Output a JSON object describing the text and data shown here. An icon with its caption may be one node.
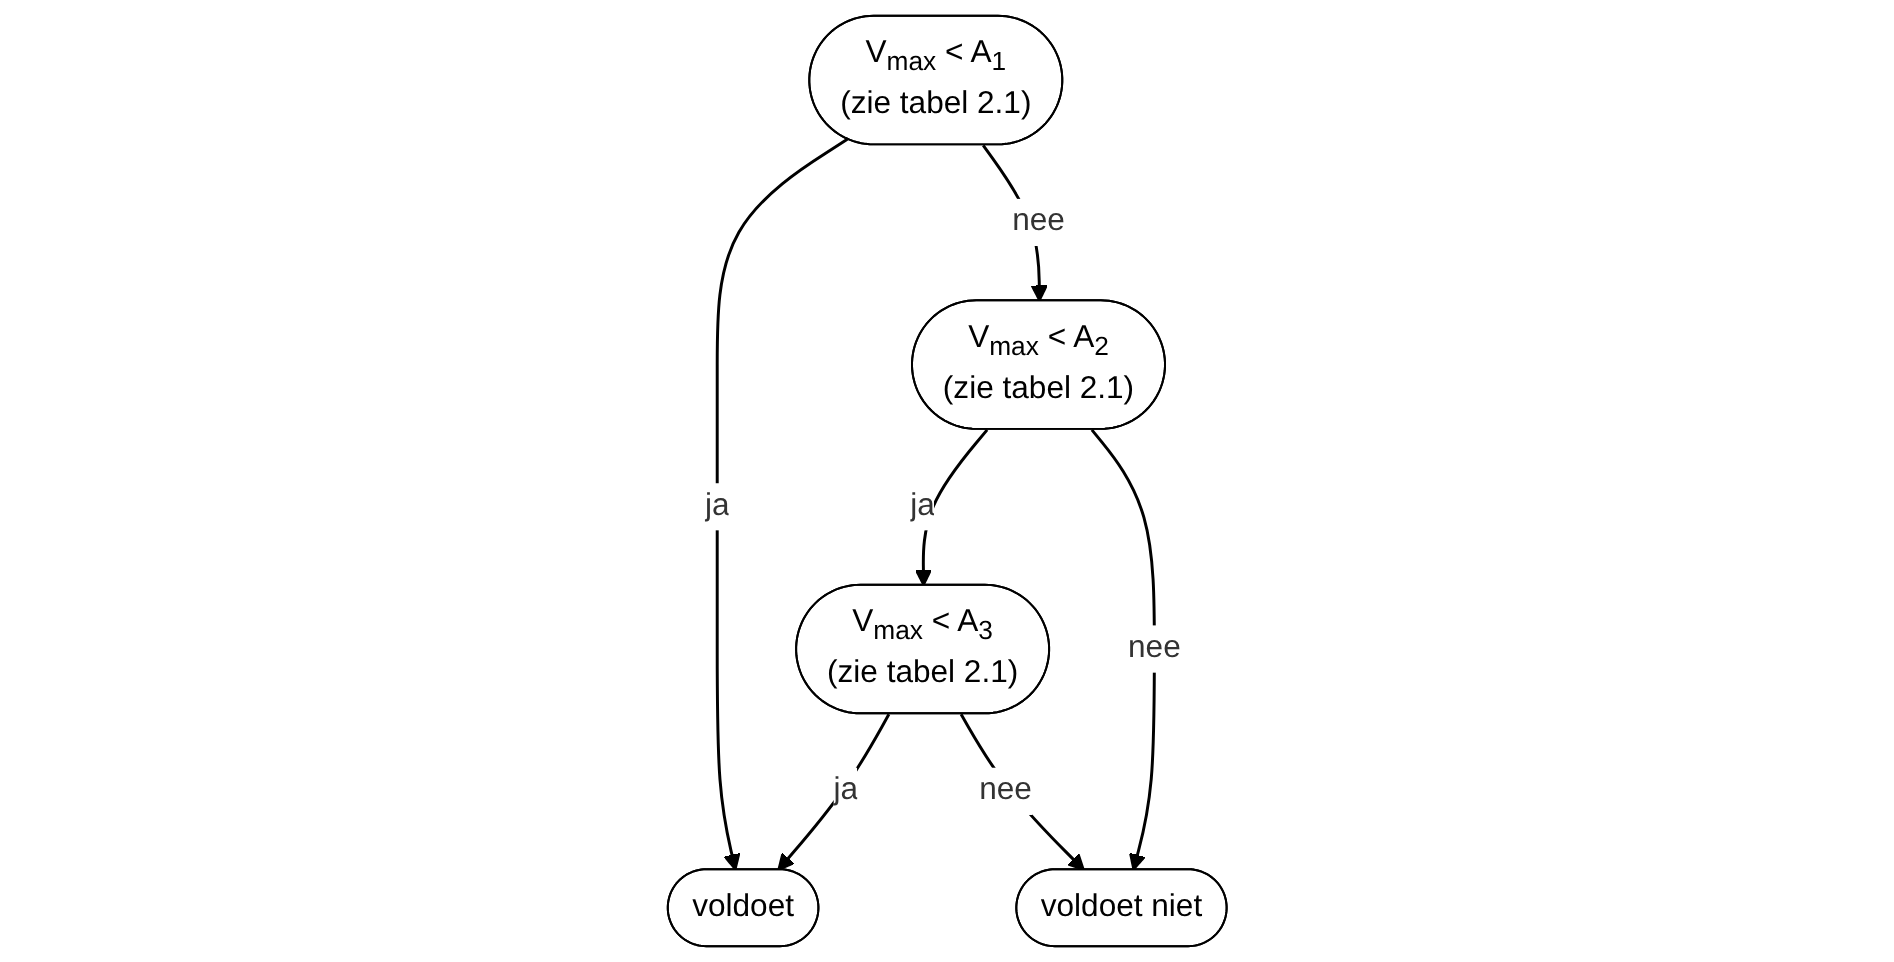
{
  "diagram": {
    "nodes": [
      {
        "text": [
          "V$_{max}$ < A$_{1}$",
          "(zie tabel 2.1)"
        ]
      },
      {
        "text": [
          "voldoet"
        ]
      },
      {
        "text": [
          "V$_{max}$ < A$_{2}$",
          "(zie tabel 2.1)"
        ]
      },
      {
        "text": [
          "V$_{max}$ < A$_{3}$",
          "(zie tabel 2.1)"
        ]
      },
      {
        "text": [
          "voldoet niet"
        ]
      }
    ],
    "edges": [
      {
        "from": 0,
        "to": 1,
        "arrow": "to",
        "label": "ja"
      },
      {
        "from": 0,
        "to": 2,
        "arrow": "to",
        "label": "nee"
      },
      {
        "from": 2,
        "to": 3,
        "arrow": "to",
        "label": "ja"
      },
      {
        "from": 2,
        "to": 4,
        "arrow": "to",
        "label": "nee"
      },
      {
        "from": 3,
        "to": 1,
        "arrow": "to",
        "label": "ja"
      },
      {
        "from": 3,
        "to": 4,
        "arrow": "to",
        "label": "nee"
      }
    ]
  }
}
